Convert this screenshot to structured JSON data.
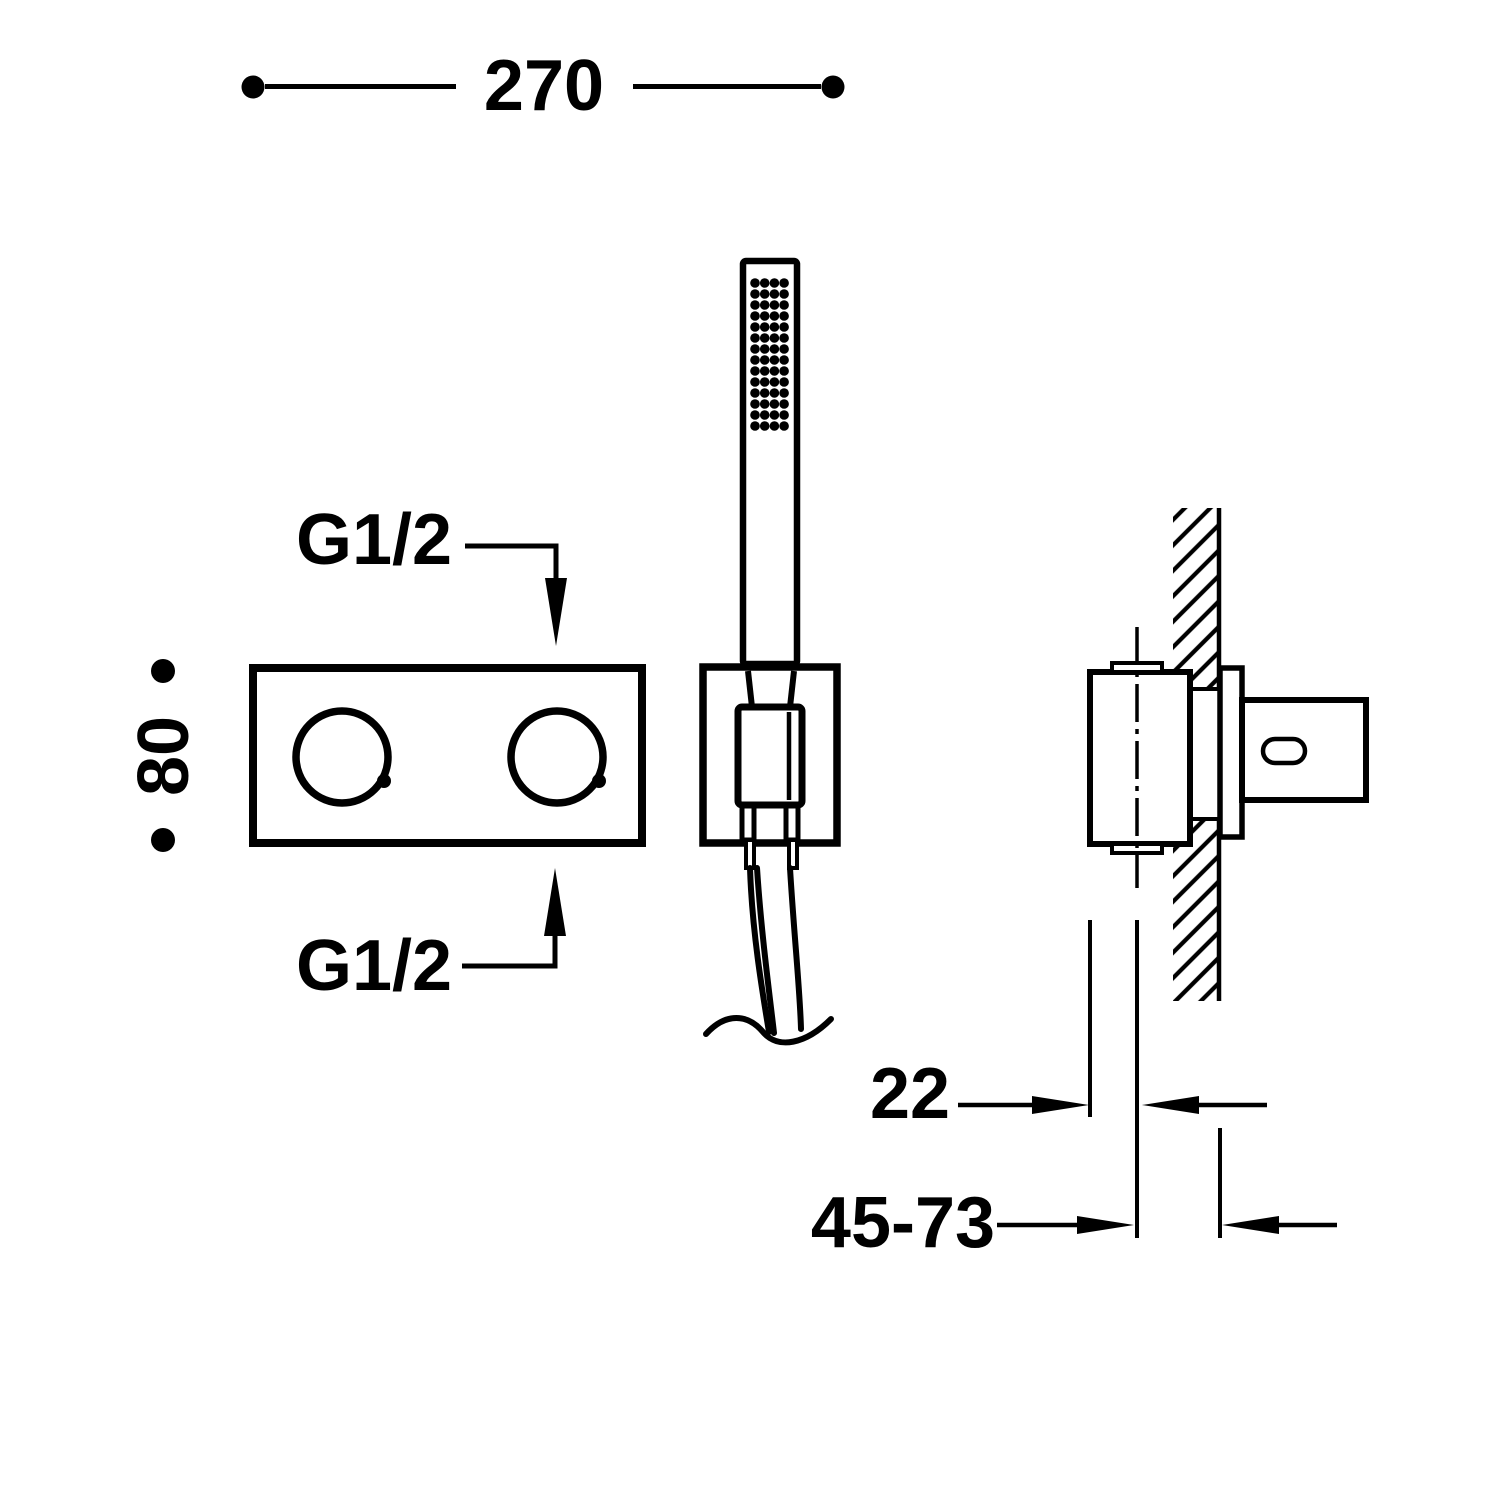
{
  "drawing": {
    "width_dim": "270",
    "height_dim": "80",
    "thread_top": "G1/2",
    "thread_bottom": "G1/2",
    "wall_thickness_dim": "22",
    "depth_range_dim": "45-73"
  },
  "colors": {
    "ink": "#000000",
    "paper": "#ffffff"
  }
}
